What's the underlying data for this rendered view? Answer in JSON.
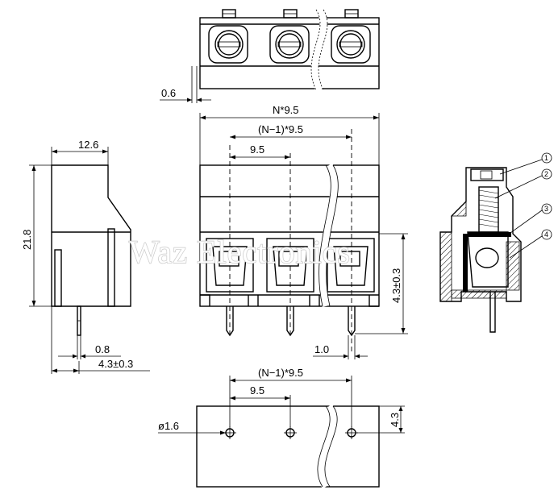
{
  "dimensions": {
    "top_offset": "0.6",
    "total_width": "N*9.5",
    "span_top": "(N−1)*9.5",
    "pitch_top": "9.5",
    "side_width": "12.6",
    "side_height": "21.8",
    "pin_width": "0.8",
    "pin_offset": "4.3±0.3",
    "pin_length": "4.3±0.3",
    "pin_pitch_thickness": "1.0",
    "span_bottom": "(N−1)*9.5",
    "pitch_bottom": "9.5",
    "hole_diameter": "ø1.6",
    "hole_offset": "4.3"
  },
  "callouts": [
    "1",
    "2",
    "3",
    "4"
  ],
  "watermark": "Waz Electronics"
}
